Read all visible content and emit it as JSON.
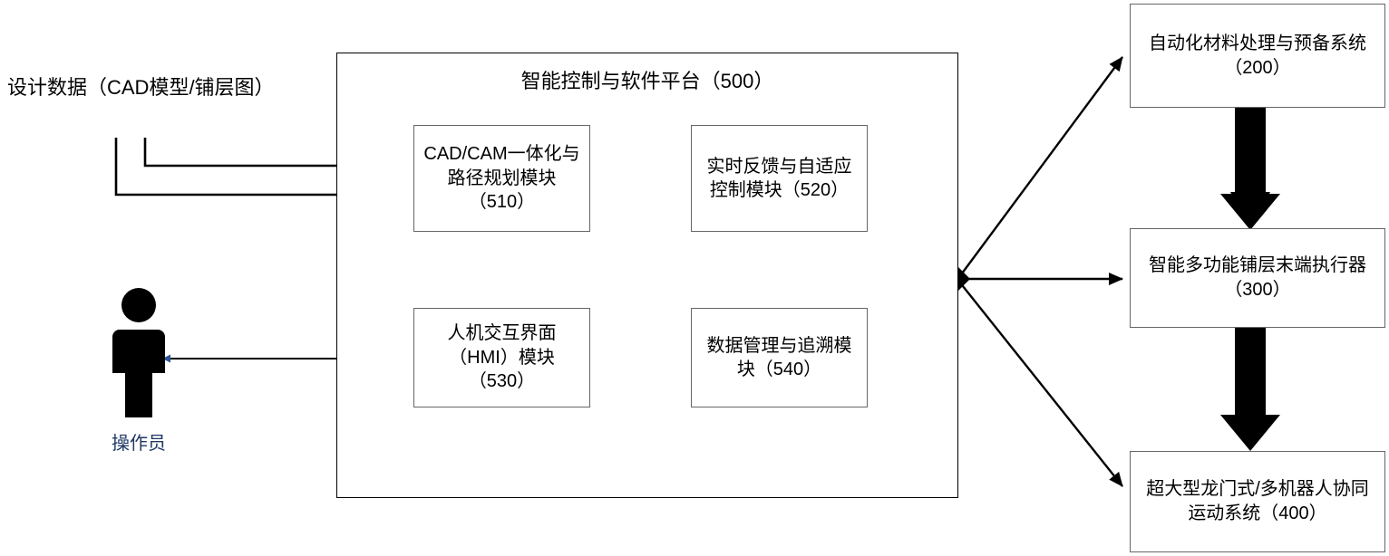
{
  "diagram": {
    "title_text": "智能控制与软件平台（500）",
    "input_label": "设计数据（CAD模型/铺层图）",
    "actor_label": "操作员",
    "actor_icon": "person-icon",
    "colors": {
      "accent_blue": "#1F3864",
      "box_border": "#666666",
      "platform_border": "#000000",
      "arrow_black": "#000000",
      "background": "#FFFFFF"
    },
    "platform": {
      "id": "500",
      "label": "智能控制与软件平台（500）",
      "modules": [
        {
          "id": "510",
          "label": "CAD/CAM一体化与路径规划模块（510）"
        },
        {
          "id": "520",
          "label": "实时反馈与自适应控制模块（520）"
        },
        {
          "id": "530",
          "label": "人机交互界面（HMI）模块（530）"
        },
        {
          "id": "540",
          "label": "数据管理与追溯模块（540）"
        }
      ]
    },
    "subsystems": [
      {
        "id": "200",
        "label": "自动化材料处理与预备系统（200）"
      },
      {
        "id": "300",
        "label": "智能多功能铺层末端执行器（300）"
      },
      {
        "id": "400",
        "label": "超大型龙门式/多机器人协同运动系统（400）"
      }
    ],
    "connectors": [
      {
        "name": "design-data-to-510",
        "style": "hollow-block-arrow",
        "direction": "right"
      },
      {
        "name": "module-510-520-link",
        "style": "thick-double-arrow",
        "direction": "horizontal"
      },
      {
        "name": "module-530-540-link",
        "style": "thick-double-arrow",
        "direction": "horizontal"
      },
      {
        "name": "module-510-530-link",
        "style": "thick-double-arrow",
        "direction": "vertical"
      },
      {
        "name": "module-520-540-link",
        "style": "thick-double-arrow",
        "direction": "vertical"
      },
      {
        "name": "operator-hmi-link",
        "style": "thin-double-arrow",
        "direction": "horizontal"
      },
      {
        "name": "platform-to-200",
        "style": "thin-arrow",
        "direction": "up-right"
      },
      {
        "name": "platform-to-300",
        "style": "thin-arrow",
        "direction": "right"
      },
      {
        "name": "platform-to-400",
        "style": "thin-arrow",
        "direction": "down-right"
      },
      {
        "name": "subsystem-200-to-300",
        "style": "thick-block-arrow",
        "direction": "down"
      },
      {
        "name": "subsystem-300-to-400",
        "style": "thick-block-arrow",
        "direction": "down"
      }
    ]
  }
}
